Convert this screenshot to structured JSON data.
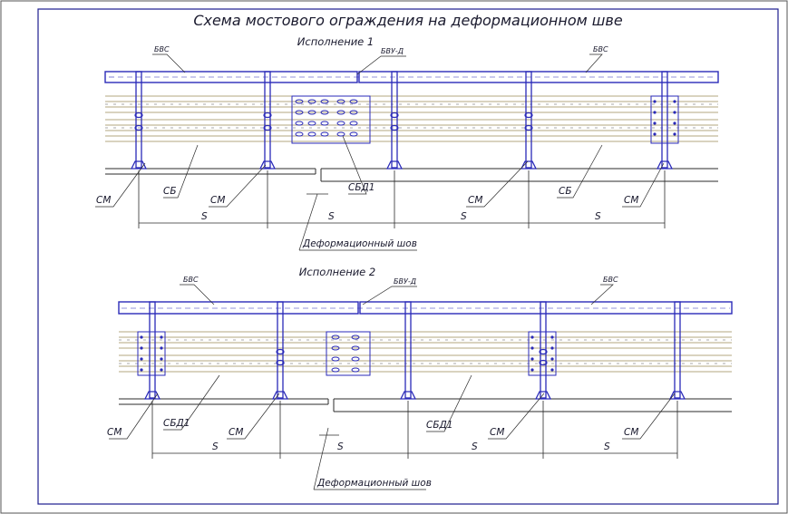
{
  "title": "Схема мостового ограждения на деформационном шве",
  "colors": {
    "frame": "#1d1d8f",
    "steel": "#2a2ab8",
    "plank": "#9a8a55",
    "line": "#2b2b2b"
  },
  "variants": [
    {
      "heading": "Исполнение 1",
      "rail_left_label": "БВС",
      "rail_right_label": "БВС",
      "joint_rail_label": "БВУ-Д",
      "beam_labels": [
        "СБ",
        "СБД1",
        "СБ"
      ],
      "post_labels": [
        "СМ",
        "СМ",
        "СМ",
        "СМ"
      ],
      "spans": [
        "S",
        "S",
        "S",
        "S"
      ],
      "joint_label": "Деформационный шов"
    },
    {
      "heading": "Исполнение 2",
      "rail_left_label": "БВС",
      "rail_right_label": "БВС",
      "joint_rail_label": "БВУ-Д",
      "beam_labels": [
        "СБД1",
        "СБД1"
      ],
      "post_labels": [
        "СМ",
        "СМ",
        "СМ",
        "СМ"
      ],
      "spans": [
        "S",
        "S",
        "S",
        "S"
      ],
      "joint_label": "Деформационный шов"
    }
  ]
}
